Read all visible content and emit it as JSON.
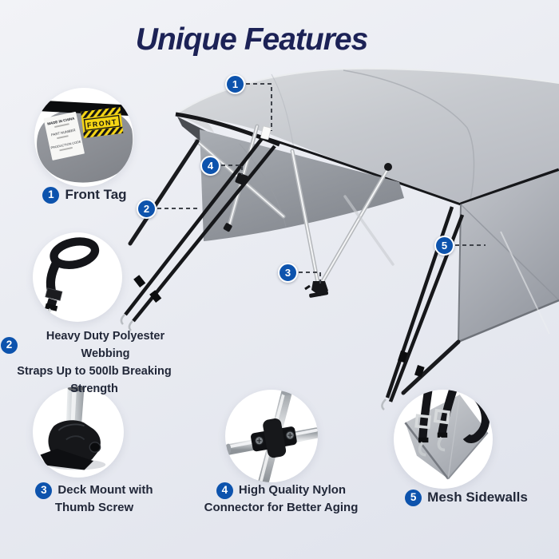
{
  "page": {
    "title": "Unique Features"
  },
  "colors": {
    "accent_blue": "#0d53ad",
    "title_navy": "#1c2256",
    "text_dark": "#222839",
    "tag_yellow": "#f6d514",
    "strap_black": "#16171a",
    "canopy_gray": "#c6c9ce"
  },
  "features": [
    {
      "number": "1",
      "lines": [
        "Front Tag"
      ]
    },
    {
      "number": "2",
      "lines": [
        "Heavy Duty Polyester Webbing",
        "Straps Up to 500lb Breaking",
        "Strength"
      ]
    },
    {
      "number": "3",
      "lines": [
        "Deck Mount with",
        "Thumb Screw"
      ]
    },
    {
      "number": "4",
      "lines": [
        "High Quality Nylon",
        "Connector for Better Aging"
      ]
    },
    {
      "number": "5",
      "lines": [
        "Mesh Sidewalls"
      ]
    }
  ],
  "front_tag": {
    "front_label": "FRONT",
    "label_lines": [
      "MADE IN CHINA",
      "PART NUMBER",
      "PRODUCTION CODE"
    ]
  }
}
